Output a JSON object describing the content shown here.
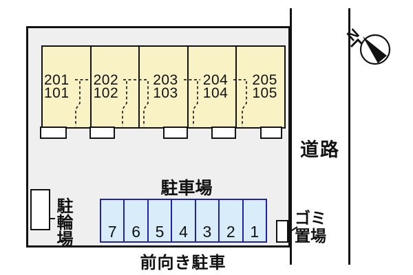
{
  "diagram": {
    "title_hint": "property site plan",
    "units": [
      {
        "upper": "201",
        "lower": "101"
      },
      {
        "upper": "202",
        "lower": "102"
      },
      {
        "upper": "203",
        "lower": "103"
      },
      {
        "upper": "204",
        "lower": "104"
      },
      {
        "upper": "205",
        "lower": "105"
      }
    ],
    "parking": {
      "label": "駐車場",
      "spaces": [
        "7",
        "6",
        "5",
        "4",
        "3",
        "2",
        "1"
      ],
      "front_note": "前向き駐車"
    },
    "bicycle_area_label": "駐輪場",
    "garbage_area": {
      "line1": "ゴミ",
      "line2": "置場"
    },
    "road_label": "道路",
    "compass_label": "N",
    "colors": {
      "site_fill": "#EFEFEF",
      "building_fill": "#F8F2C4",
      "parking_fill": "#D8ECFA",
      "parking_border": "#2222A8",
      "line": "#111111"
    }
  }
}
